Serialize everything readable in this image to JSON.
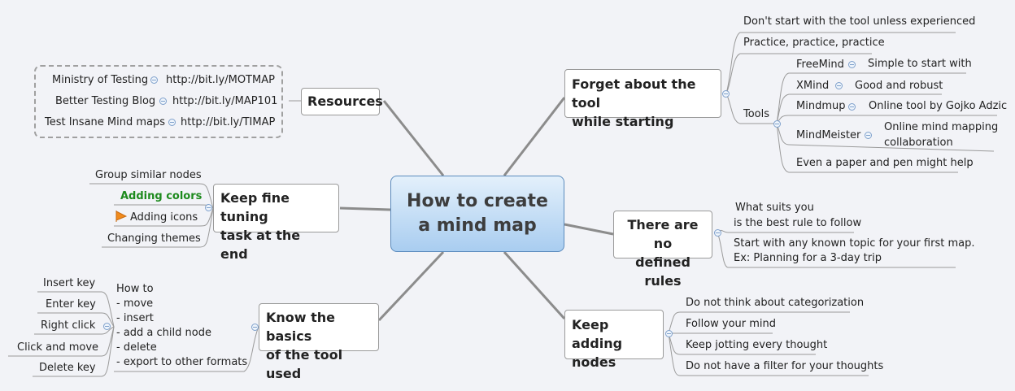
{
  "central": {
    "line1": "How to create",
    "line2": "a mind map"
  },
  "forget": {
    "title_l1": "Forget about the tool",
    "title_l2": "while starting",
    "c1": "Don't start with the tool unless experienced",
    "c2": "Practice, practice, practice",
    "tools": "Tools",
    "freemind": "FreeMind",
    "freemind_note": "Simple to start with",
    "xmind": "XMind",
    "xmind_note": "Good and robust",
    "mindmup": "Mindmup",
    "mindmup_note": "Online tool by Gojko Adzic",
    "mindmeister": "MindMeister",
    "mindmeister_note_l1": "Online mind mapping",
    "mindmeister_note_l2": "collaboration",
    "paper": "Even a paper and pen might help"
  },
  "rules": {
    "title_l1": "There are no",
    "title_l2": "defined rules",
    "c1_l1": "What suits you",
    "c1_l2": "is the best rule to follow",
    "c2_l1": "Start with any known topic for your first map.",
    "c2_l2": "Ex: Planning for a 3-day trip"
  },
  "adding": {
    "title_l1": "Keep adding",
    "title_l2": "nodes",
    "c1": "Do not think about categorization",
    "c2": "Follow your mind",
    "c3": "Keep jotting every thought",
    "c4": "Do not have a filter for your thoughts"
  },
  "resources": {
    "title": "Resources",
    "r1_name": "Ministry of Testing",
    "r1_url": "http://bit.ly/MOTMAP",
    "r2_name": "Better Testing Blog",
    "r2_url": "http://bit.ly/MAP101",
    "r3_name": "Test Insane Mind maps",
    "r3_url": "http://bit.ly/TIMAP"
  },
  "finetune": {
    "title_l1": "Keep fine tuning",
    "title_l2": "task at the end",
    "c1": "Group similar nodes",
    "c2": "Adding colors",
    "c3": "Adding icons",
    "c4": "Changing themes"
  },
  "basics": {
    "title_l1": "Know the basics",
    "title_l2": "of the tool used",
    "howto": [
      "How to",
      "- move",
      "- insert",
      "- add a child node",
      "- delete",
      "- export to other formats"
    ],
    "k1": "Insert key",
    "k2": "Enter key",
    "k3": "Right click",
    "k4": "Click and move",
    "k5": "Delete key"
  },
  "colors": {
    "central_top": "#e3f0fb",
    "central_bottom": "#a9cdf0",
    "line": "#888888",
    "green": "#1d8a1d",
    "flag": "#f08a1c"
  }
}
